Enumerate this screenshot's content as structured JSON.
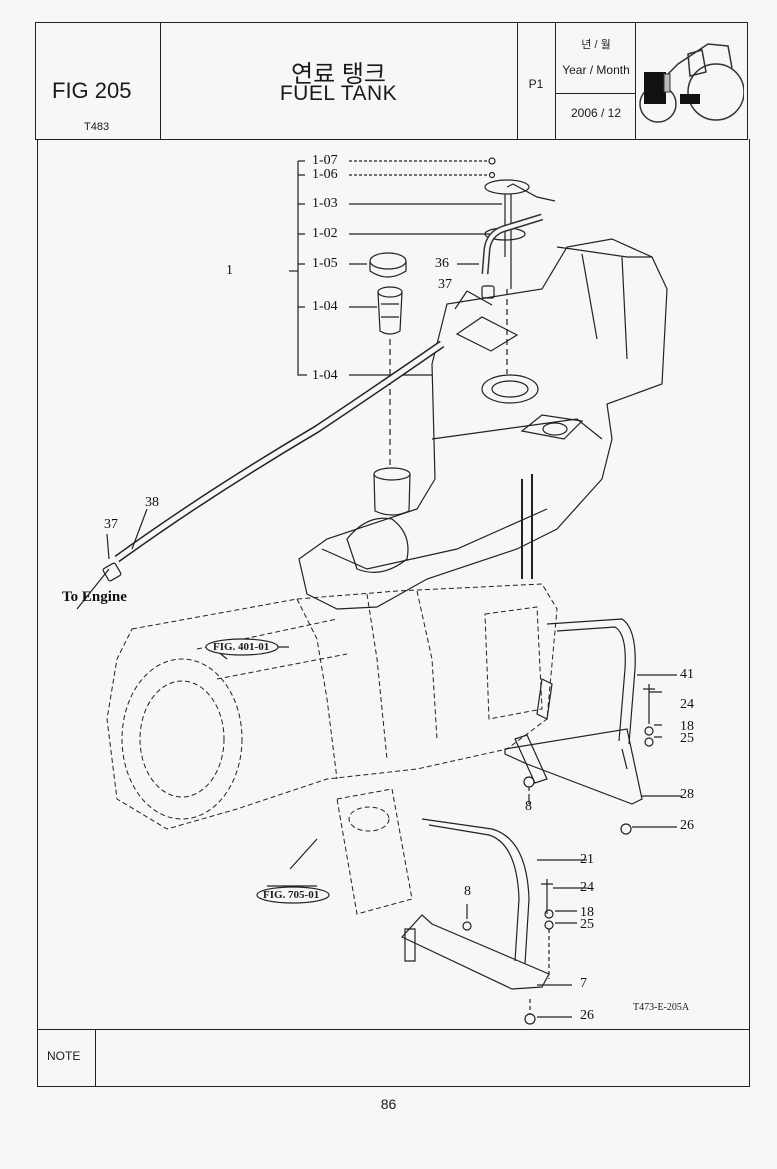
{
  "header": {
    "fig_label": "FIG 205",
    "model": "T483",
    "title_korean": "연료 탱크",
    "title_english": "FUEL TANK",
    "page_code": "P1",
    "year_month_korean": "년 / 월",
    "year_month_label": "Year / Month",
    "year_month_value": "2006 / 12"
  },
  "callouts": {
    "c1": "1",
    "c1_07": "1-07",
    "c1_06": "1-06",
    "c1_03": "1-03",
    "c1_02": "1-02",
    "c1_05": "1-05",
    "c1_04a": "1-04",
    "c1_04b": "1-04",
    "c36": "36",
    "c37a": "37",
    "c37b": "37",
    "c38": "38",
    "c41": "41",
    "c24a": "24",
    "c18a": "18",
    "c25a": "25",
    "c28": "28",
    "c26a": "26",
    "c8a": "8",
    "c21": "21",
    "c24b": "24",
    "c18b": "18",
    "c25b": "25",
    "c8b": "8",
    "c7": "7",
    "c26b": "26"
  },
  "destination": "To Engine",
  "references": {
    "fig_401": "FIG. 401-01",
    "fig_705": "FIG. 705-01"
  },
  "drawing_code": "T473-E-205A",
  "note_label": "NOTE",
  "page_number": "86"
}
